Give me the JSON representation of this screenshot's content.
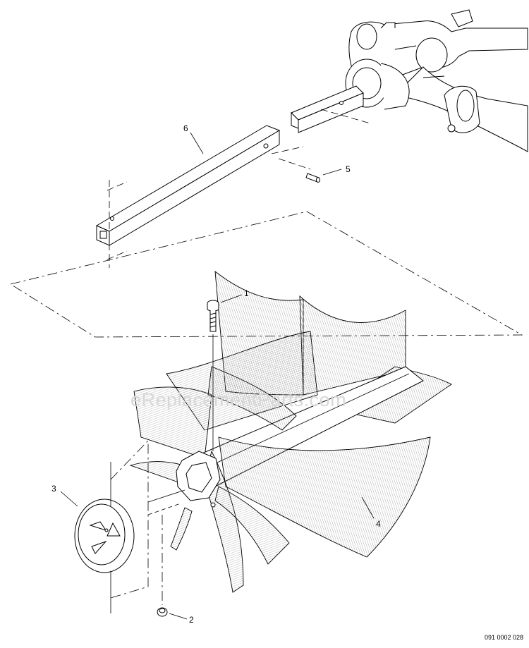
{
  "watermark": "eReplacementParts.com",
  "drawing_code": "091 0002 028",
  "callouts": [
    "1",
    "2",
    "3",
    "4",
    "5",
    "6"
  ],
  "parts": {
    "bolt": "1",
    "nut": "2",
    "end_cap": "3",
    "brush_rotor": "4",
    "pin": "5",
    "square_shaft": "6"
  },
  "colors": {
    "line": "#000000",
    "bristle": "#9a9a9a",
    "watermark": "#d8d8d8"
  }
}
